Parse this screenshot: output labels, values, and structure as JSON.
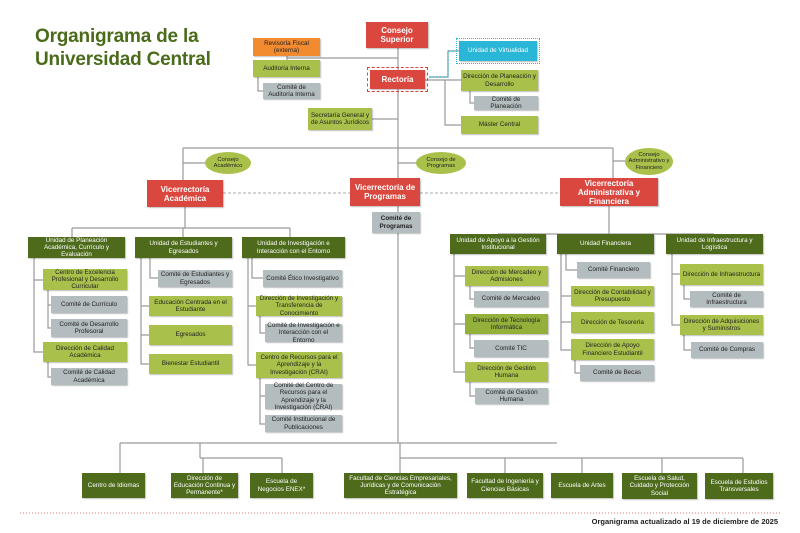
{
  "title": {
    "line1": "Organigrama de la",
    "line2": "Universidad Central"
  },
  "top": {
    "consejo_superior": "Consejo Superior",
    "revisoria": "Revisoría Fiscal (externa)",
    "auditoria": "Auditoría Interna",
    "comite_auditoria": "Comité de Auditoría Interna",
    "rectoria": "Rectoría",
    "virtualidad": "Unidad de Virtualidad",
    "planeacion": "Dirección de Planeación y Desarrollo",
    "comite_planeacion": "Comité de Planeación",
    "master": "Máster Central",
    "secretaria": "Secretaría General y de Asuntos Jurídicos"
  },
  "consejos": {
    "academico": "Consejo Académico",
    "programas": "Consejo de Programas",
    "administrativo": "Consejo Administrativo y Financiero"
  },
  "vicerrectorias": {
    "academica": "Vicerrectoría Académica",
    "programas": "Vicerrectoría de Programas",
    "administrativa": "Vicerrectoría Administrativa y Financiera",
    "comite_programas": "Comité de Programas"
  },
  "academica": {
    "u1": "Unidad de Planeación Académica, Currículo y Evaluación",
    "u1a": "Centro de Excelencia Profesional y Desarrollo Curricular",
    "u1b": "Comité de Currículo",
    "u1c": "Comité de Desarrollo Profesoral",
    "u1d": "Dirección de Calidad Académica",
    "u1e": "Comité de Calidad Académica",
    "u2": "Unidad de Estudiantes y Egresados",
    "u2a": "Comité de Estudiantes y Egresados",
    "u2b": "Educación Centrada en el Estudiante",
    "u2c": "Egresados",
    "u2d": "Bienestar Estudiantil",
    "u3": "Unidad de Investigación e Interacción con el Entorno",
    "u3a": "Comité Ético Investigativo",
    "u3b": "Dirección de Investigación y Transferencia de Conocimiento",
    "u3c": "Comité de Investigación e Interacción con el Entorno",
    "u3d": "Centro de Recursos para el Aprendizaje y la Investigación (CRAI)",
    "u3e": "Comité del Centro de Recursos para el Aprendizaje y la Investigación (CRAI)",
    "u3f": "Comité Institucional de Publicaciones"
  },
  "administrativa": {
    "u1": "Unidad de Apoyo a la Gestión Institucional",
    "u1a": "Dirección de Mercadeo y Admisiones",
    "u1b": "Comité de Mercadeo",
    "u1c": "Dirección de Tecnología Informática",
    "u1d": "Comité TIC",
    "u1e": "Dirección de Gestión Humana",
    "u1f": "Comité de Gestión Humana",
    "u2": "Unidad Financiera",
    "u2a": "Comité Financiero",
    "u2b": "Dirección de Contabilidad y Presupuesto",
    "u2c": "Dirección de Tesorería",
    "u2d": "Dirección de Apoyo Financiero Estudiantil",
    "u2e": "Comité de Becas",
    "u3": "Unidad de Infraestructura y Logística",
    "u3a": "Dirección de Infraestructura",
    "u3b": "Comité de Infraestructura",
    "u3c": "Dirección de Adquisiciones y Suministros",
    "u3d": "Comité de Compras"
  },
  "programas": [
    "Centro de Idiomas",
    "Dirección de Educación Continua y Permanente*",
    "Escuela de Negocios ENEX*",
    "Facultad de Ciencias Empresariales, Jurídicas y de Comunicación Estratégica",
    "Facultad de Ingeniería y Ciencias Básicas",
    "Escuela de Artes",
    "Escuela de Salud, Cuidado y Protección Social",
    "Escuela de Estudios Transversales"
  ],
  "footer": "Organigrama actualizado al 19 de diciembre de 2025",
  "colors": {
    "red": "#d9473f",
    "orange": "#f28a30",
    "light_green": "#a9c14a",
    "dark_green": "#4e6b1c",
    "grey": "#b3bcbe",
    "cyan": "#2ab6d6"
  }
}
